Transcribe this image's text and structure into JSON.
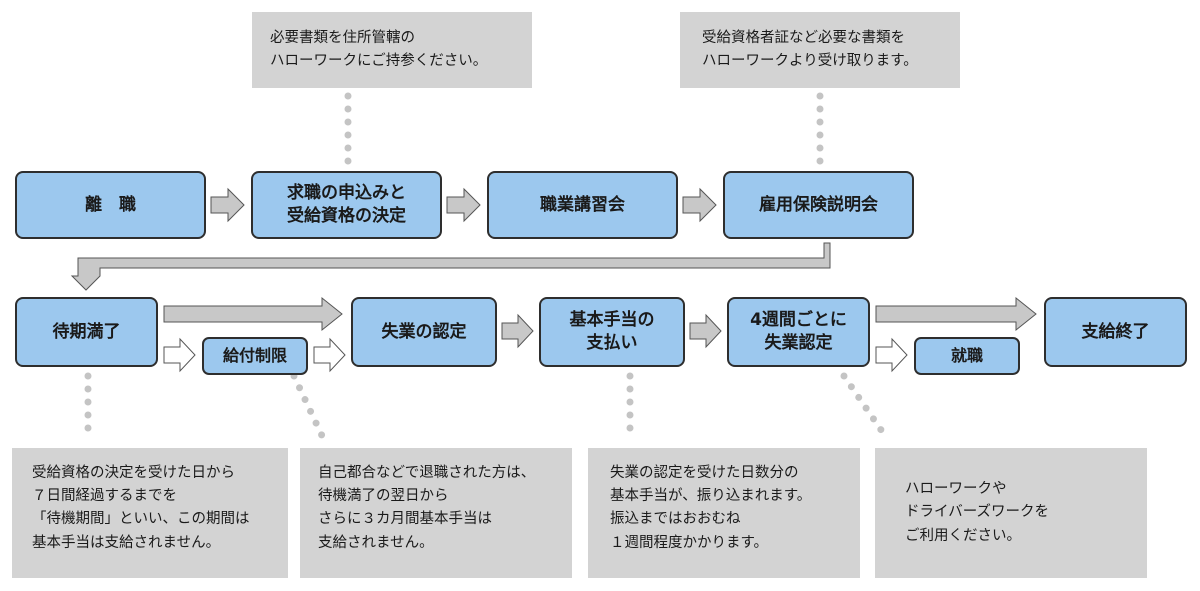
{
  "top_notes": {
    "documents": "必要書類を住所管轄の\nハローワークにご持参ください。",
    "certificate": "受給資格者証など必要な書類を\nハローワークより受け取ります。"
  },
  "steps_row1": {
    "separation": "離　職",
    "application": "求職の申込みと\n受給資格の決定",
    "training": "職業講習会",
    "briefing": "雇用保険説明会"
  },
  "steps_row2": {
    "waiting_end": "待期満了",
    "benefit_restriction": "給付制限",
    "unemployment_cert": "失業の認定",
    "basic_allowance": "基本手当の\n支払い",
    "four_week_cert": "4週間ごとに\n失業認定",
    "employment": "就職",
    "payment_end": "支給終了"
  },
  "bottom_notes": {
    "waiting_period": "受給資格の決定を受けた日から\n７日間経過するまでを\n「待機期間」といい、この期間は\n基本手当は支給されません。",
    "restriction": "自己都合などで退職された方は、\n待機満了の翌日から\nさらに３カ月間基本手当は\n支給されません。",
    "payment": "失業の認定を受けた日数分の\n基本手当が、振り込まれます。\n振込まではおおむね\n１週間程度かかります。",
    "hellowork": "ハローワークや\nドライバーズワークを\nご利用ください。"
  },
  "colors": {
    "box_fill": "#9cc8ee",
    "box_border": "#2e2e2e",
    "note_fill": "#d3d3d3",
    "arrow_fill": "#c8c8c8",
    "dots": "#c4c4c4"
  }
}
